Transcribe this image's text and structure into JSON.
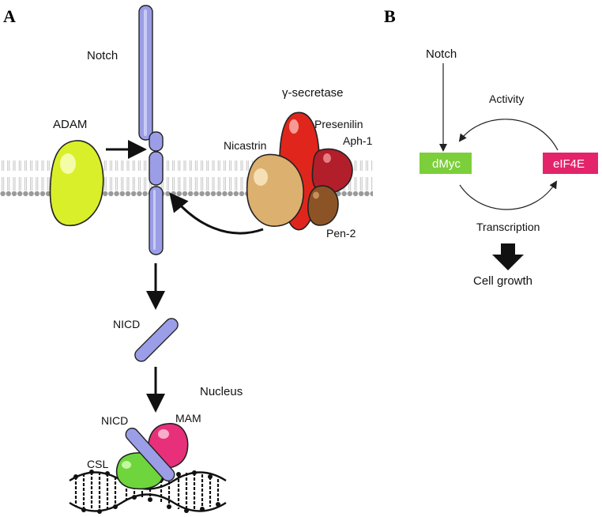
{
  "panels": {
    "a": "A",
    "b": "B"
  },
  "panel_a": {
    "notch": "Notch",
    "adam": "ADAM",
    "gamma_secretase": "γ-secretase",
    "presenilin": "Presenilin",
    "nicastrin": "Nicastrin",
    "aph1": "Aph-1",
    "pen2": "Pen-2",
    "nicd": "NICD",
    "nucleus": "Nucleus",
    "nicd_complex": "NICD",
    "mam": "MAM",
    "csl": "CSL"
  },
  "panel_b": {
    "notch": "Notch",
    "activity": "Activity",
    "dmyc": "dMyc",
    "eif4e": "eIF4E",
    "transcription": "Transcription",
    "cell_growth": "Cell growth"
  },
  "colors": {
    "notch": "#9b9ee6",
    "adam": "#d9ef2a",
    "presenilin": "#e0261c",
    "nicastrin": "#dcb06e",
    "aph1": "#b21e2a",
    "pen2": "#8c5426",
    "mam": "#e8307a",
    "csl": "#6ed63c",
    "dmyc_box": "#7ccf3a",
    "eif4e_box": "#e3246a"
  }
}
